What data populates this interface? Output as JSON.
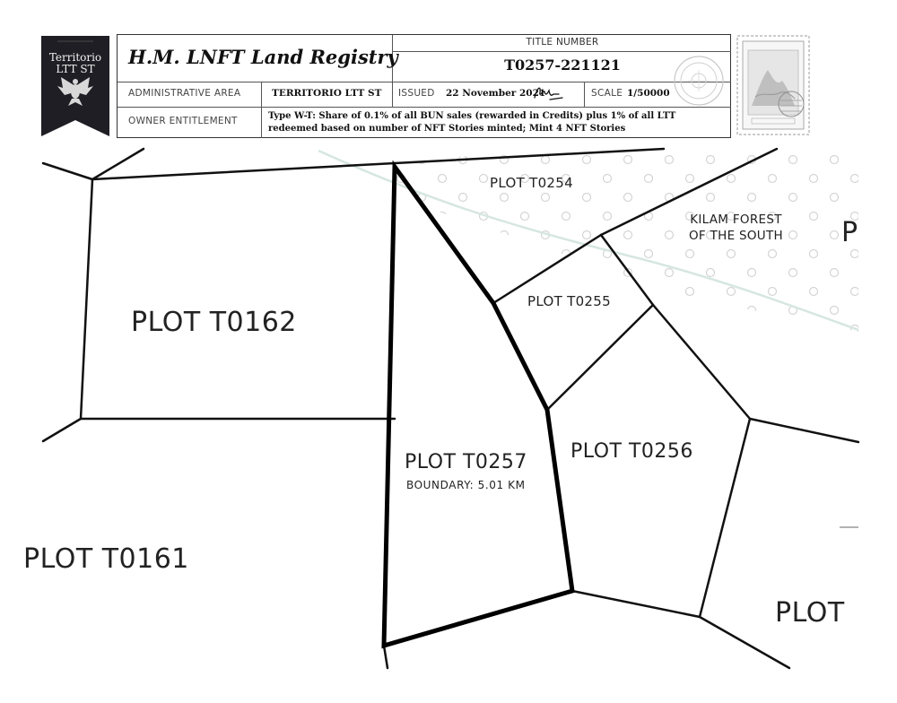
{
  "banner": {
    "line1": "Territorio",
    "line2": "LTT ST"
  },
  "header": {
    "registry_name": "H.M. LNFT Land Registry",
    "title_number_label": "TITLE NUMBER",
    "title_number": "T0257-221121",
    "admin_area_label": "ADMINISTRATIVE AREA",
    "admin_area": "TERRITORIO LTT ST",
    "issued_label": "ISSUED",
    "issued_date": "22 November 2021",
    "scale_label": "SCALE",
    "scale_value": "1/50000",
    "owner_label": "OWNER ENTITLEMENT",
    "owner_text": "Type W-T: Share of 0.1% of all BUN sales (rewarded in Credits) plus 1% of all LTT redeemed based on number of NFT Stories minted; Mint 4 NFT Stories"
  },
  "map": {
    "plots": {
      "t0162": "PLOT T0162",
      "t0254": "PLOT T0254",
      "t0255": "PLOT T0255",
      "t0256": "PLOT T0256",
      "t0257": "PLOT T0257",
      "t0257_boundary": "BOUNDARY: 5.01 KM",
      "t0161_partial": "PLOT T0161",
      "right_partial": "PLOT",
      "edge_partial": "P"
    },
    "forest_line1": "KILAM FOREST",
    "forest_line2": "OF THE SOUTH"
  },
  "colors": {
    "banner": "#1e1e24",
    "stroke": "#111111",
    "forest_line": "#d6e6e0",
    "dots": "#d8d8d8"
  }
}
